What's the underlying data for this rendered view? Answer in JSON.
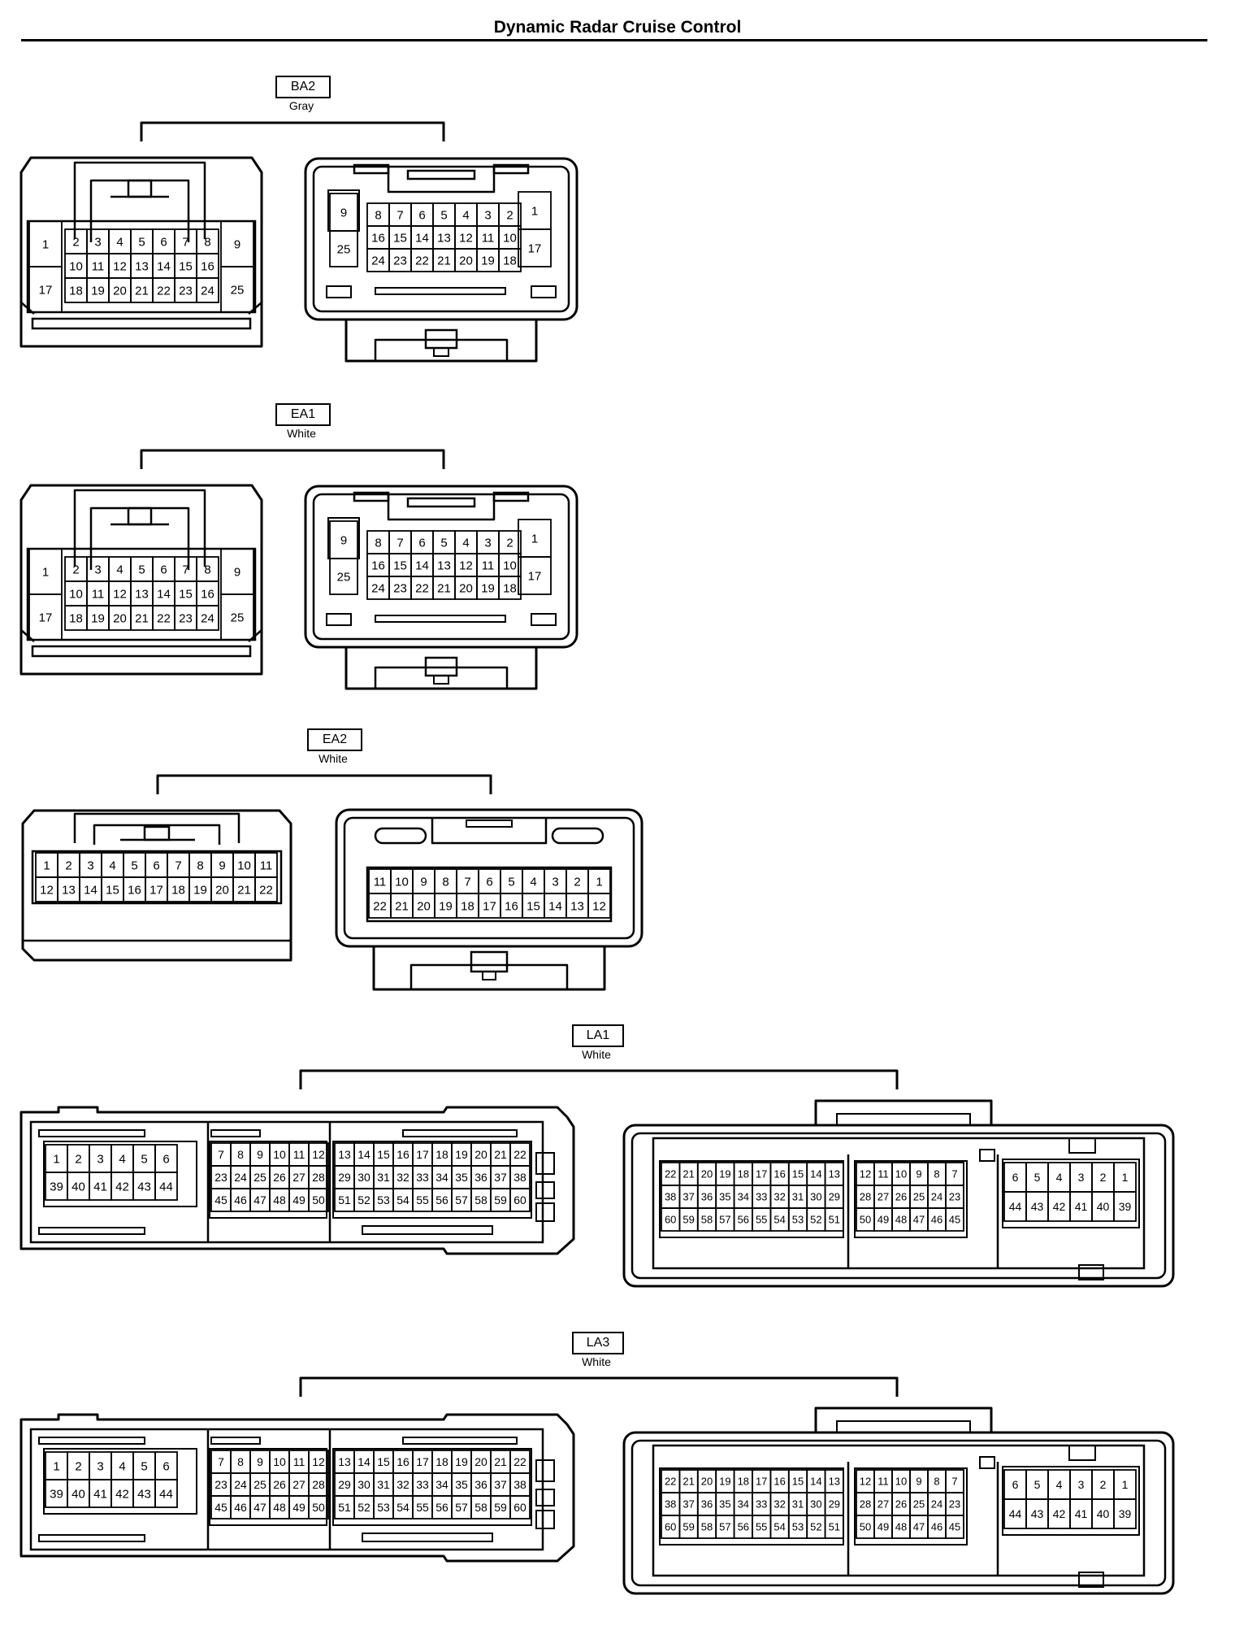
{
  "title": "Dynamic Radar Cruise Control",
  "connectors": [
    {
      "id": "ba2",
      "code": "BA2",
      "color": "Gray"
    },
    {
      "id": "ea1",
      "code": "EA1",
      "color": "White"
    },
    {
      "id": "ea2",
      "code": "EA2",
      "color": "White"
    },
    {
      "id": "la1",
      "code": "LA1",
      "color": "White"
    },
    {
      "id": "la3",
      "code": "LA3",
      "color": "White"
    }
  ],
  "pins": {
    "c25_left": {
      "side_top": [
        "1",
        "9"
      ],
      "side_bottom": [
        "17",
        "25"
      ],
      "rows": [
        [
          "2",
          "3",
          "4",
          "5",
          "6",
          "7",
          "8"
        ],
        [
          "10",
          "11",
          "12",
          "13",
          "14",
          "15",
          "16"
        ],
        [
          "18",
          "19",
          "20",
          "21",
          "22",
          "23",
          "24"
        ]
      ]
    },
    "c25_right": {
      "side_top": [
        "9",
        "1"
      ],
      "side_bottom": [
        "25",
        "17"
      ],
      "rows": [
        [
          "8",
          "7",
          "6",
          "5",
          "4",
          "3",
          "2"
        ],
        [
          "16",
          "15",
          "14",
          "13",
          "12",
          "11",
          "10"
        ],
        [
          "24",
          "23",
          "22",
          "21",
          "20",
          "19",
          "18"
        ]
      ]
    },
    "c22_left": {
      "rows": [
        [
          "1",
          "2",
          "3",
          "4",
          "5",
          "6",
          "7",
          "8",
          "9",
          "10",
          "11"
        ],
        [
          "12",
          "13",
          "14",
          "15",
          "16",
          "17",
          "18",
          "19",
          "20",
          "21",
          "22"
        ]
      ]
    },
    "c22_right": {
      "rows": [
        [
          "11",
          "10",
          "9",
          "8",
          "7",
          "6",
          "5",
          "4",
          "3",
          "2",
          "1"
        ],
        [
          "22",
          "21",
          "20",
          "19",
          "18",
          "17",
          "16",
          "15",
          "14",
          "13",
          "12"
        ]
      ]
    },
    "c60_left": {
      "block_a": [
        [
          "1",
          "2",
          "3",
          "4",
          "5",
          "6"
        ],
        [
          "39",
          "40",
          "41",
          "42",
          "43",
          "44"
        ]
      ],
      "block_b": [
        [
          "7",
          "8",
          "9",
          "10",
          "11",
          "12"
        ],
        [
          "23",
          "24",
          "25",
          "26",
          "27",
          "28"
        ],
        [
          "45",
          "46",
          "47",
          "48",
          "49",
          "50"
        ]
      ],
      "block_c": [
        [
          "13",
          "14",
          "15",
          "16",
          "17",
          "18",
          "19",
          "20",
          "21",
          "22"
        ],
        [
          "29",
          "30",
          "31",
          "32",
          "33",
          "34",
          "35",
          "36",
          "37",
          "38"
        ],
        [
          "51",
          "52",
          "53",
          "54",
          "55",
          "56",
          "57",
          "58",
          "59",
          "60"
        ]
      ]
    },
    "c60_right": {
      "block_a": [
        [
          "22",
          "21",
          "20",
          "19",
          "18",
          "17",
          "16",
          "15",
          "14",
          "13"
        ],
        [
          "38",
          "37",
          "36",
          "35",
          "34",
          "33",
          "32",
          "31",
          "30",
          "29"
        ],
        [
          "60",
          "59",
          "58",
          "57",
          "56",
          "55",
          "54",
          "53",
          "52",
          "51"
        ]
      ],
      "block_b": [
        [
          "12",
          "11",
          "10",
          "9",
          "8",
          "7"
        ],
        [
          "28",
          "27",
          "26",
          "25",
          "24",
          "23"
        ],
        [
          "50",
          "49",
          "48",
          "47",
          "46",
          "45"
        ]
      ],
      "block_c": [
        [
          "6",
          "5",
          "4",
          "3",
          "2",
          "1"
        ],
        [
          "44",
          "43",
          "42",
          "41",
          "40",
          "39"
        ]
      ]
    }
  }
}
